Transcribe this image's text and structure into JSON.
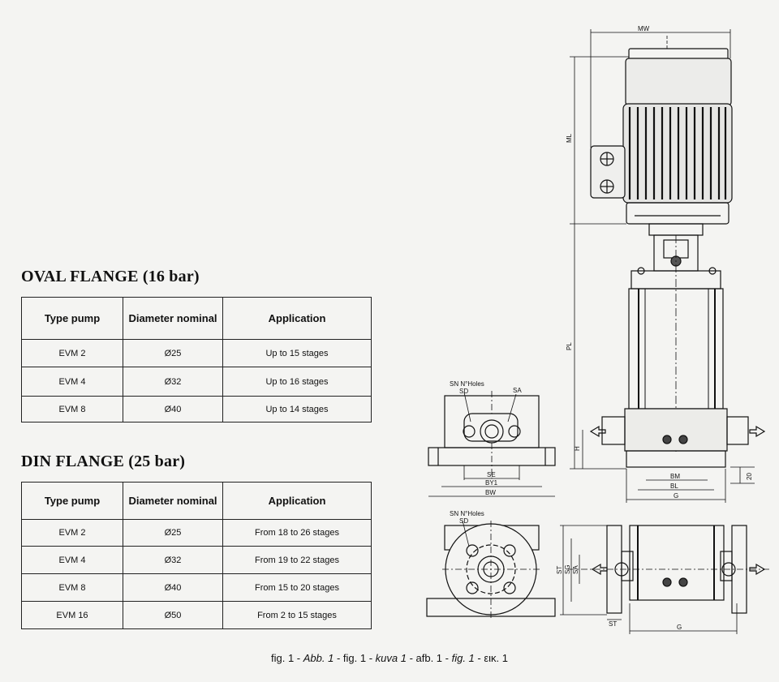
{
  "oval": {
    "title": "OVAL FLANGE (16 bar)",
    "headers": [
      "Type pump",
      "Diameter nominal",
      "Application"
    ],
    "rows": [
      [
        "EVM 2",
        "Ø25",
        "Up to 15 stages"
      ],
      [
        "EVM 4",
        "Ø32",
        "Up to 16 stages"
      ],
      [
        "EVM 8",
        "Ø40",
        "Up to 14 stages"
      ]
    ]
  },
  "din": {
    "title": "DIN FLANGE (25 bar)",
    "headers": [
      "Type pump",
      "Diameter nominal",
      "Application"
    ],
    "rows": [
      [
        "EVM 2",
        "Ø25",
        "From 18 to 26 stages"
      ],
      [
        "EVM 4",
        "Ø32",
        "From 19 to 22 stages"
      ],
      [
        "EVM 8",
        "Ø40",
        "From 15 to 20 stages"
      ],
      [
        "EVM 16",
        "Ø50",
        "From 2 to 15 stages"
      ]
    ]
  },
  "drawing": {
    "labels": {
      "mw": "MW",
      "ml": "ML",
      "pl": "PL",
      "h": "H",
      "twenty": "20",
      "bm": "BM",
      "bl": "BL",
      "g": "G",
      "g2": "G",
      "sn_oval": "SN N°Holes",
      "sd_oval": "SD",
      "sa_oval": "SA",
      "se": "SE",
      "by1": "BY1",
      "bw": "BW",
      "sn_din": "SN N°Holes",
      "sd_din": "SD",
      "st": "ST",
      "sg": "SG",
      "sa_side": "SA",
      "st2": "ST"
    }
  },
  "caption": {
    "p1": "fig. 1 - ",
    "abb": "Abb. 1",
    "p2": " - fig. 1 - ",
    "kuva": "kuva 1",
    "p3": " - afb. 1 - ",
    "figit": "fig. 1",
    "p4": " - εικ. 1"
  }
}
